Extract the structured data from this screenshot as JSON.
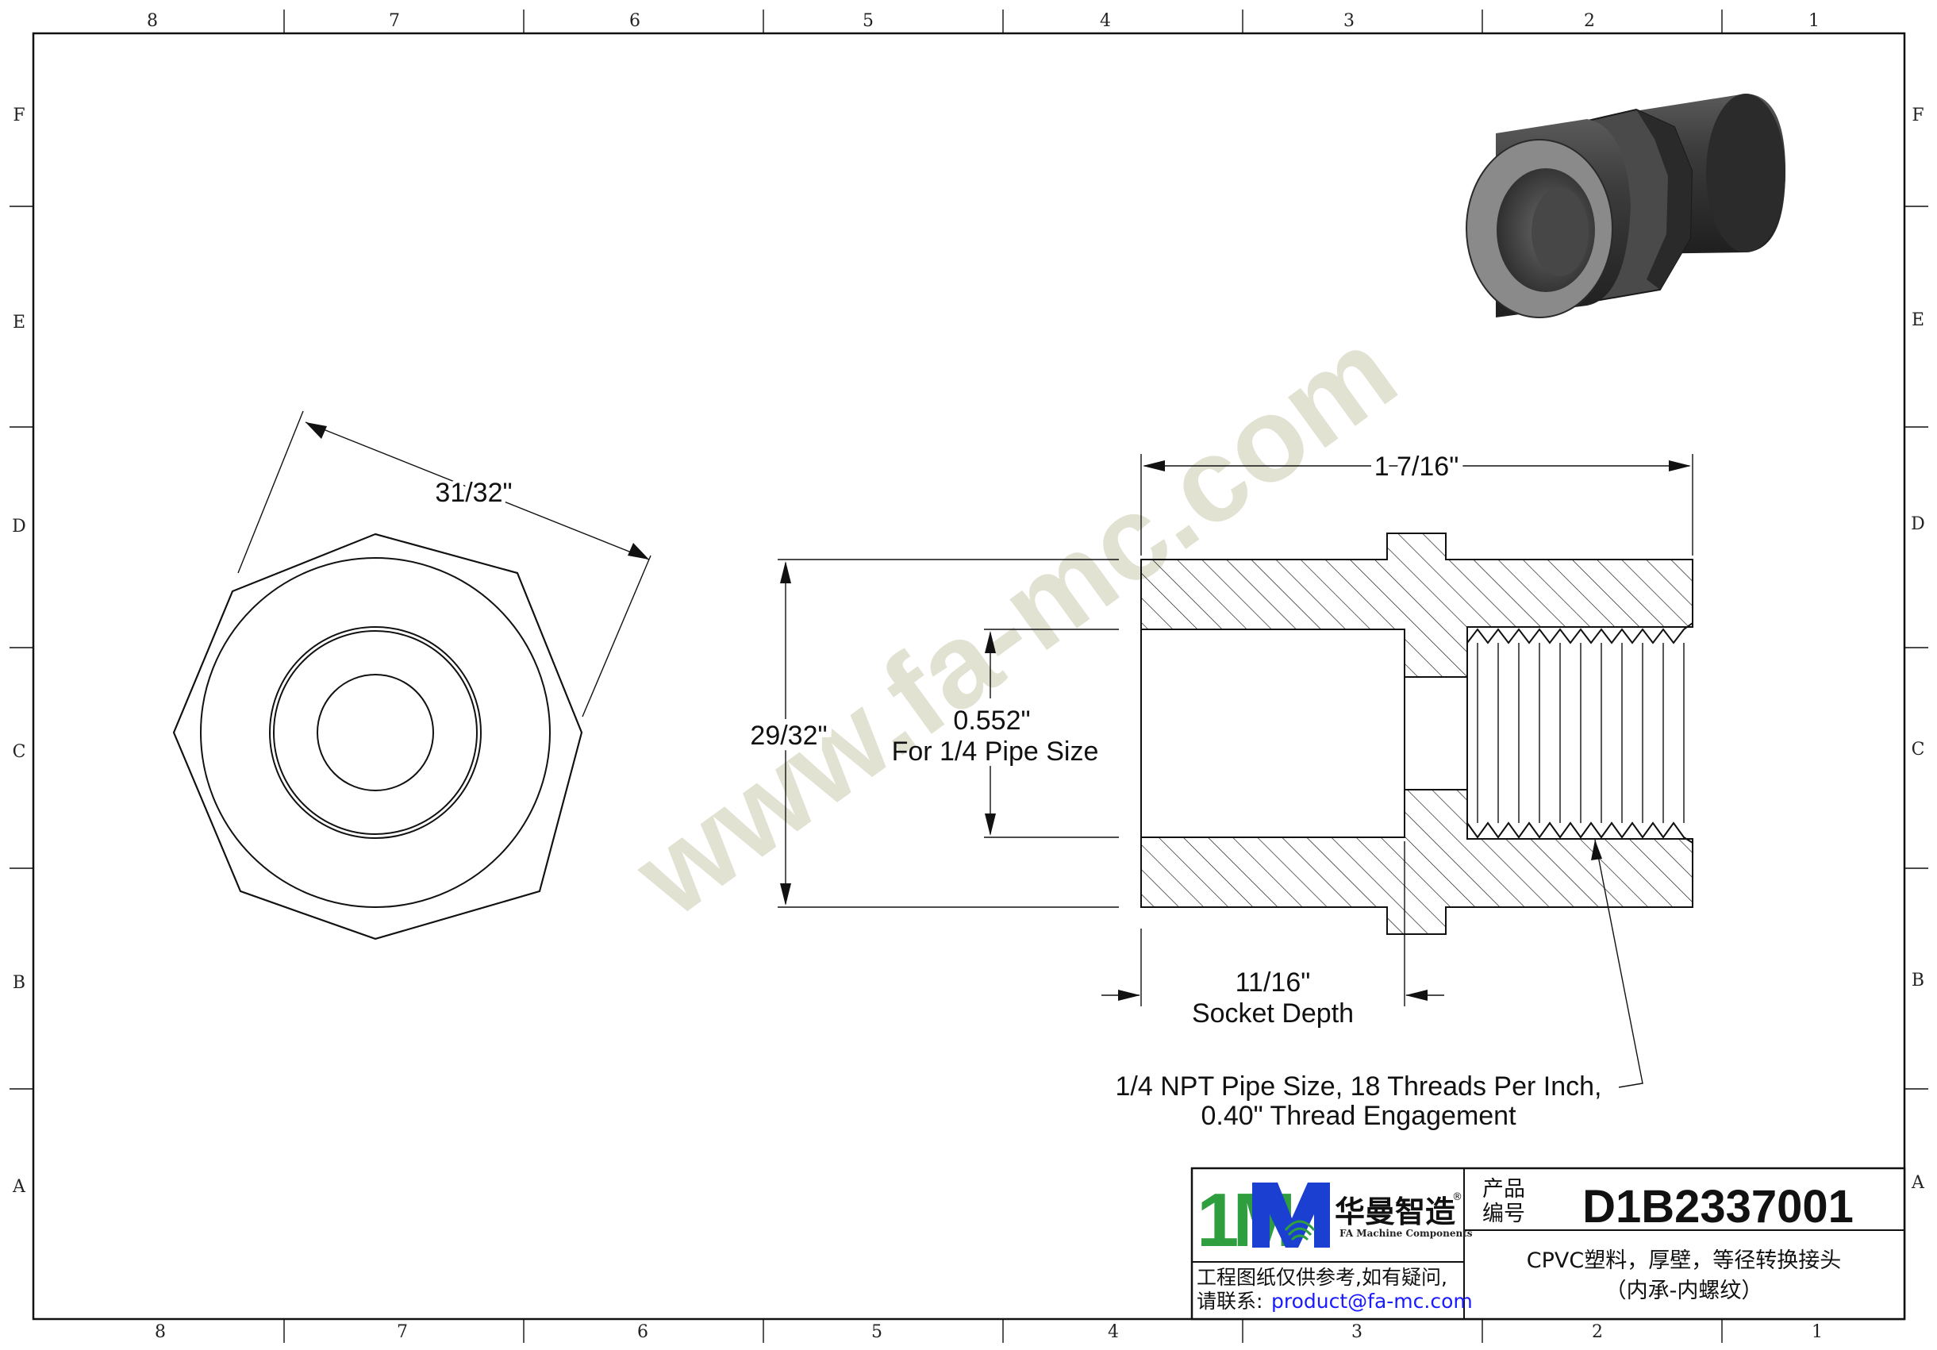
{
  "frame": {
    "columns_top": [
      "8",
      "7",
      "6",
      "5",
      "4",
      "3",
      "2",
      "1"
    ],
    "columns_bottom": [
      "8",
      "7",
      "6",
      "5",
      "4",
      "3",
      "2",
      "1"
    ],
    "rows": [
      "F",
      "E",
      "D",
      "C",
      "B",
      "A"
    ]
  },
  "watermark": "www.fa-mc.com",
  "dimensions": {
    "hex_across_flats": "31/32\"",
    "overall_length": "1 7/16\"",
    "outer_diameter": "29/32\"",
    "socket_bore": "0.552\"",
    "socket_bore_note": "For 1/4 Pipe Size",
    "socket_depth": "11/16\"",
    "socket_depth_label": "Socket Depth"
  },
  "thread_note": {
    "line1": "1/4 NPT Pipe Size, 18 Threads Per Inch,",
    "line2": "0.40\" Thread Engagement"
  },
  "title_block": {
    "brand_cn": "华曼智造",
    "brand_en": "FA Machine Components",
    "registered": "®",
    "logo_mark": "1M",
    "product_code_label_1": "产品",
    "product_code_label_2": "编号",
    "product_code": "D1B2337001",
    "description_1": "CPVC塑料，厚壁，等径转换接头",
    "description_2": "（内承-内螺纹）",
    "disclaimer_1": "工程图纸仅供参考,如有疑问,",
    "disclaimer_2": "请联系:",
    "email": "product@fa-mc.com"
  },
  "colors": {
    "line": "#111111",
    "watermark": "#d9d9c5",
    "logo_green": "#2e9e3e",
    "logo_blue": "#1a3fd1",
    "email": "#1a1aff",
    "render_dark": "#3a3a3a"
  }
}
